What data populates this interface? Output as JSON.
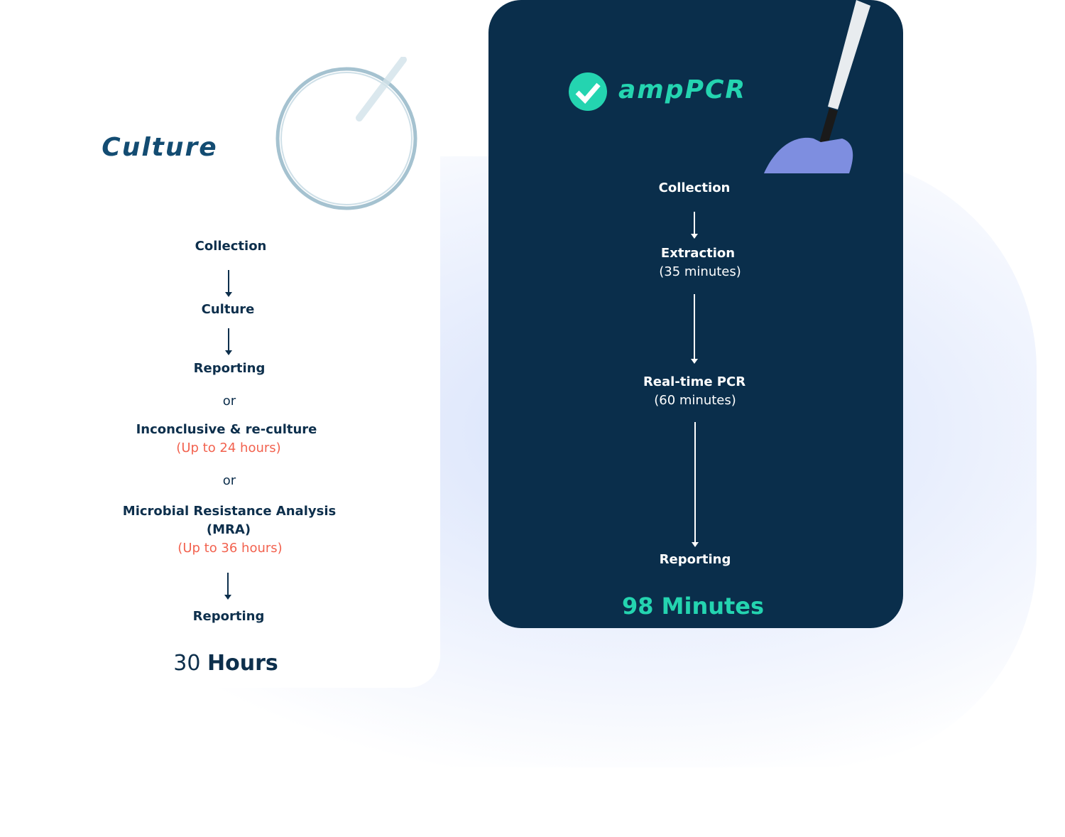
{
  "culture": {
    "title": "Culture",
    "steps": [
      "Collection",
      "Culture",
      "Reporting"
    ],
    "or1": "or",
    "inconclusive": "Inconclusive & re-culture",
    "inconclusive_time": "(Up to 24 hours)",
    "or2": "or",
    "mra_line1": "Microbial Resistance Analysis",
    "mra_line2": "(MRA)",
    "mra_time": "(Up to 36 hours)",
    "final": "Reporting",
    "total_number": "30",
    "total_unit": "Hours"
  },
  "amppcr": {
    "brand": "ampPCR",
    "steps": [
      {
        "label": "Collection"
      },
      {
        "label": "Extraction",
        "time": "(35 minutes)"
      },
      {
        "label": "Real-time PCR",
        "time": "(60 minutes)"
      },
      {
        "label": "Reporting"
      }
    ],
    "total": "98 Minutes"
  },
  "colors": {
    "navy": "#0a2e4b",
    "teal": "#24d4b0",
    "red": "#f2624f",
    "text": "#0d2f4c"
  }
}
